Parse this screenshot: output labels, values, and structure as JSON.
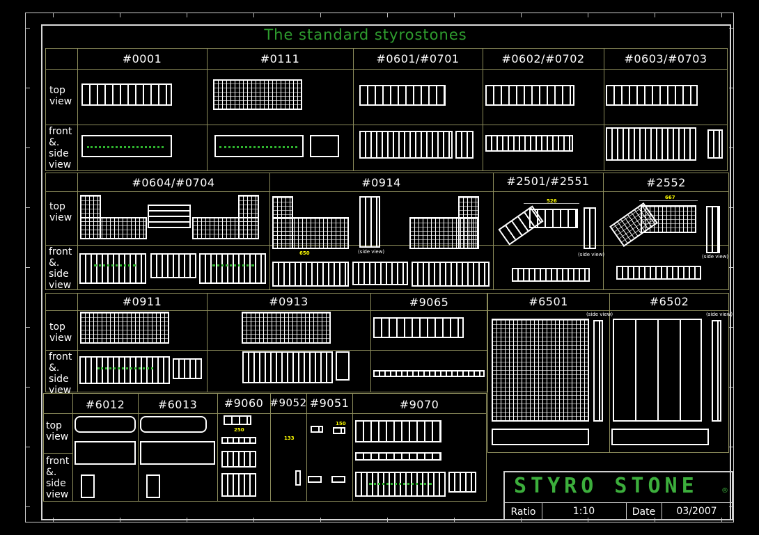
{
  "title": "The standard styrostones",
  "row_labels": {
    "top": "top\nview",
    "front": "front\n&.\nside\nview"
  },
  "rows": [
    {
      "products": [
        "#0001",
        "#0111",
        "#0601/#0701",
        "#0602/#0702",
        "#0603/#0703"
      ]
    },
    {
      "products": [
        "#0604/#0704",
        "#0914",
        "#2501/#2551",
        "#2552"
      ]
    },
    {
      "products": [
        "#0911",
        "#0913",
        "#9065",
        "#6501",
        "#6502"
      ]
    },
    {
      "products": [
        "#6012",
        "#6013",
        "#9060",
        "#9052",
        "#9051",
        "#9070"
      ]
    }
  ],
  "side_view_label": "(side view)",
  "dimensions": {
    "d250": "250",
    "d133": "133",
    "d150": "150",
    "d526": "526",
    "d667": "667",
    "d650": "650"
  },
  "title_block": {
    "logo": "STYRO STONE",
    "registered": "®",
    "ratio_label": "Ratio",
    "ratio_value": "1:10",
    "date_label": "Date",
    "date_value": "03/2007"
  }
}
